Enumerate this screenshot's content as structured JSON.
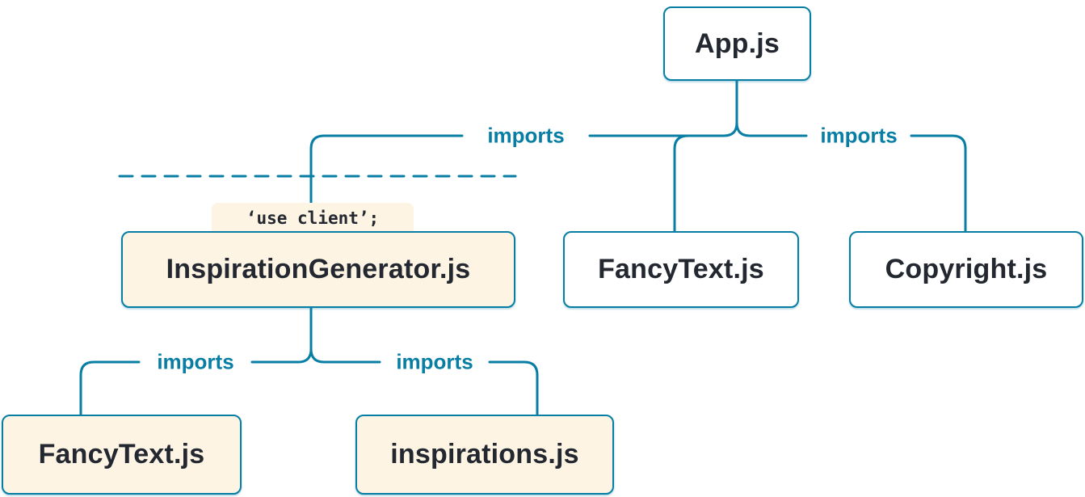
{
  "diagram": {
    "description": "Module dependency tree showing a 'use client' boundary",
    "colors": {
      "accent": "#087ea4",
      "node_text": "#23272f",
      "client_node_bg": "#fdf4e4",
      "server_node_bg": "#ffffff"
    },
    "nodes": {
      "app": {
        "label": "App.js"
      },
      "inspiration_generator": {
        "label": "InspirationGenerator.js",
        "directive": "‘use client’;"
      },
      "fancy_text_top": {
        "label": "FancyText.js"
      },
      "copyright": {
        "label": "Copyright.js"
      },
      "fancy_text_bottom": {
        "label": "FancyText.js"
      },
      "inspirations": {
        "label": "inspirations.js"
      }
    },
    "edge_labels": {
      "app_to_inspiration_generator": "imports",
      "app_to_copyright": "imports",
      "generator_to_fancy_text": "imports",
      "generator_to_inspirations": "imports"
    }
  }
}
